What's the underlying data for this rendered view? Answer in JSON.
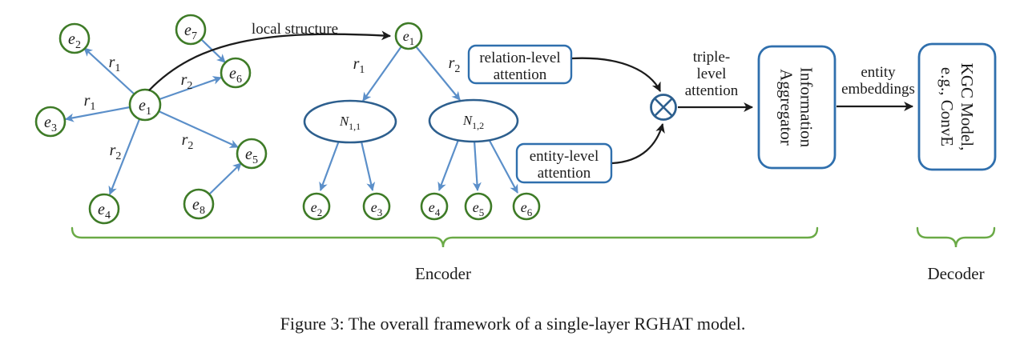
{
  "figure": {
    "caption": "Figure 3: The overall framework of a single-layer RGHAT model."
  },
  "colors": {
    "node_green": "#3e7b27",
    "edge_blue": "#5b8fc9",
    "shape_blue": "#2d5f8e",
    "box_blue": "#2f6fad",
    "brace_green": "#6aaa46",
    "ink": "#1c1c1c"
  },
  "left_graph": {
    "local_structure_label": "local structure",
    "nodes": [
      {
        "id": "e2",
        "base": "e",
        "sub": "2"
      },
      {
        "id": "e7",
        "base": "e",
        "sub": "7"
      },
      {
        "id": "e6",
        "base": "e",
        "sub": "6"
      },
      {
        "id": "e1",
        "base": "e",
        "sub": "1"
      },
      {
        "id": "e3",
        "base": "e",
        "sub": "3"
      },
      {
        "id": "e4",
        "base": "e",
        "sub": "4"
      },
      {
        "id": "e8",
        "base": "e",
        "sub": "8"
      },
      {
        "id": "e5",
        "base": "e",
        "sub": "5"
      }
    ],
    "edge_labels": [
      {
        "base": "r",
        "sub": "1"
      },
      {
        "base": "r",
        "sub": "1"
      },
      {
        "base": "r",
        "sub": "2"
      },
      {
        "base": "r",
        "sub": "2"
      },
      {
        "base": "r",
        "sub": "2"
      }
    ]
  },
  "tree": {
    "root": {
      "base": "e",
      "sub": "1"
    },
    "edge_labels": [
      {
        "base": "r",
        "sub": "1"
      },
      {
        "base": "r",
        "sub": "2"
      }
    ],
    "groups": [
      {
        "base": "N",
        "sub": "1,1"
      },
      {
        "base": "N",
        "sub": "1,2"
      }
    ],
    "leaves": [
      {
        "base": "e",
        "sub": "2"
      },
      {
        "base": "e",
        "sub": "3"
      },
      {
        "base": "e",
        "sub": "4"
      },
      {
        "base": "e",
        "sub": "5"
      },
      {
        "base": "e",
        "sub": "6"
      }
    ]
  },
  "attention": {
    "relation_box": {
      "line1": "relation-level",
      "line2": "attention"
    },
    "entity_box": {
      "line1": "entity-level",
      "line2": "attention"
    },
    "triple_label": {
      "line1": "triple-",
      "line2": "level",
      "line3": "attention"
    }
  },
  "pipeline": {
    "aggregator_box": {
      "line1": "Information",
      "line2": "Aggregator"
    },
    "embeddings_label": {
      "line1": "entity",
      "line2": "embeddings"
    },
    "kgc_box": {
      "line1": "KGC Model,",
      "line2": "e.g., ConvE"
    }
  },
  "stages": {
    "encoder": "Encoder",
    "decoder": "Decoder"
  }
}
